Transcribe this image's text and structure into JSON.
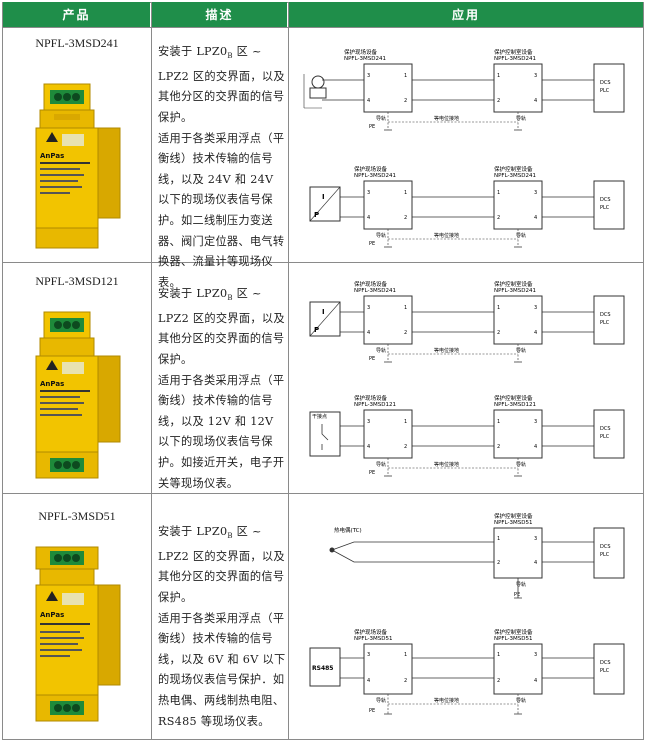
{
  "headers": {
    "product": "产品",
    "description": "描述",
    "application": "应用"
  },
  "common": {
    "field_device": "保护现场设备",
    "control_device": "保护控制室设备",
    "equipotential": "等电位接地",
    "rail": "导轨",
    "pe": "PE",
    "dcs": "DCS",
    "plc": "PLC",
    "t1": "1",
    "t2": "2",
    "t3": "3",
    "t4": "4",
    "sensor_i": "I",
    "sensor_p": "P",
    "brand": "AnPas"
  },
  "rows": [
    {
      "product": "NPFL-3MSD241",
      "desc_p1": "安装于 LPZ0",
      "desc_sub": "B",
      "desc_p1b": " 区 ~ LPZ2 区的交界面，以及其他分区的交界面的信号保护。",
      "desc_p2": "适用于各类采用浮点（平衡线）技术传输的信号线，以及 24V 和 24V 以下的现场仪表信号保护。如二线制压力变送器、阀门定位器、电气转换器、流量计等现场仪表。",
      "model": "NPFL-3MSD241"
    },
    {
      "product": "NPFL-3MSD121",
      "desc_p1": "安装于 LPZ0",
      "desc_sub": "B",
      "desc_p1b": " 区 ~ LPZ2 区的交界面，以及其他分区的交界面的信号保护。",
      "desc_p2": "适用于各类采用浮点（平衡线）技术传输的信号线，以及 12V 和 12V 以下的现场仪表信号保护。如接近开关，电子开关等现场仪表。",
      "model": "NPFL-3MSD121",
      "dry_contact": "干接点"
    },
    {
      "product": "NPFL-3MSD51",
      "desc_p1": "安装于 LPZ0",
      "desc_sub": "B",
      "desc_p1b": " 区 ~ LPZ2 区的交界面，以及其他分区的交界面的信号保护。",
      "desc_p2": "适用于各类采用浮点（平衡线）技术传输的信号线，以及 6V 和 6V 以下的现场仪表信号保护．如热电偶、两线制热电阻、RS485 等现场仪表。",
      "model": "NPFL-3MSD51",
      "thermocouple": "热电偶(TC)",
      "rs485": "RS485"
    }
  ],
  "colors": {
    "header_green": "#1f8e4a",
    "device_yellow": "#f2c400",
    "terminal_green": "#1e8a3a"
  }
}
